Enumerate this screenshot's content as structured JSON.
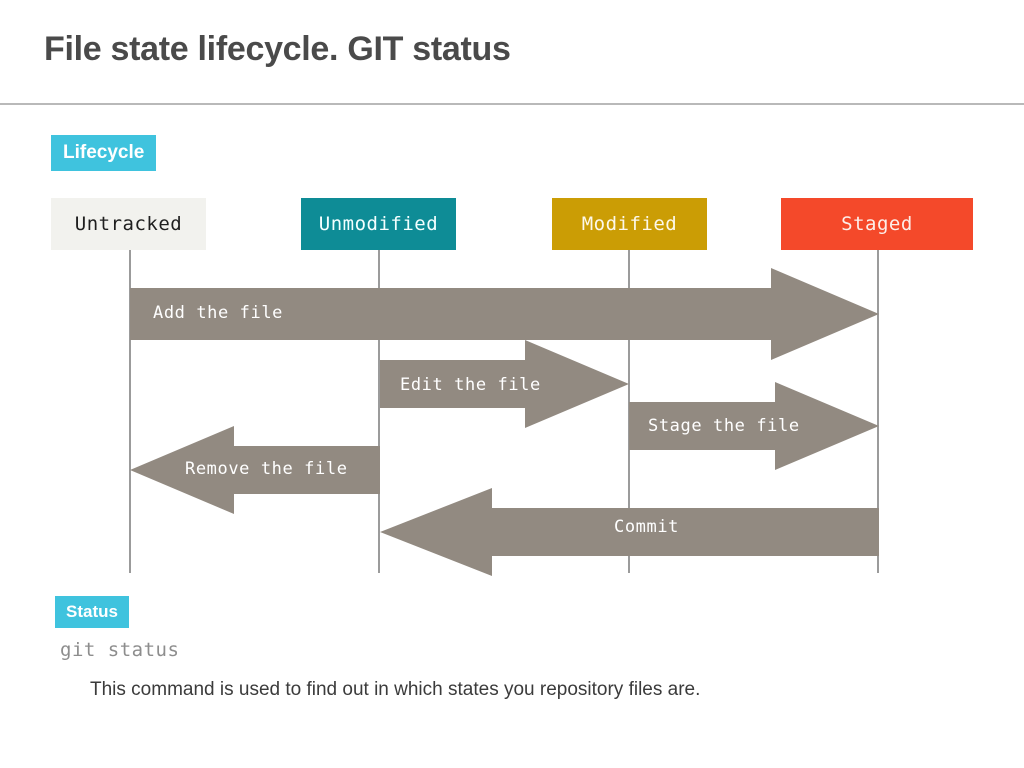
{
  "slide": {
    "title": "File state lifecycle. GIT status",
    "accent_color": "#3fc3de",
    "arrow_color": "#928a81",
    "lifeline_color": "#9b9b9b"
  },
  "lifecycle": {
    "badge_label": "Lifecycle",
    "states": [
      {
        "name": "untracked",
        "label": "Untracked",
        "bg": "#f2f2ee",
        "fg": "#1f1f1f"
      },
      {
        "name": "unmodified",
        "label": "Unmodified",
        "bg": "#0e8c96",
        "fg": "#f3ffff"
      },
      {
        "name": "modified",
        "label": "Modified",
        "bg": "#cb9d05",
        "fg": "#fdf8ea"
      },
      {
        "name": "staged",
        "label": "Staged",
        "bg": "#f4492a",
        "fg": "#fdeee9"
      }
    ],
    "transitions": [
      {
        "name": "add-the-file",
        "label": "Add the file",
        "from": "Untracked",
        "to": "Staged",
        "direction": "right"
      },
      {
        "name": "edit-the-file",
        "label": "Edit the file",
        "from": "Unmodified",
        "to": "Modified",
        "direction": "right"
      },
      {
        "name": "stage-the-file",
        "label": "Stage the file",
        "from": "Modified",
        "to": "Staged",
        "direction": "right"
      },
      {
        "name": "remove-the-file",
        "label": "Remove the file",
        "from": "Unmodified",
        "to": "Untracked",
        "direction": "left"
      },
      {
        "name": "commit",
        "label": "Commit",
        "from": "Staged",
        "to": "Unmodified",
        "direction": "left"
      }
    ]
  },
  "status": {
    "badge_label": "Status",
    "command": "git status",
    "description": "This command is used to find out in which states you repository files are."
  }
}
